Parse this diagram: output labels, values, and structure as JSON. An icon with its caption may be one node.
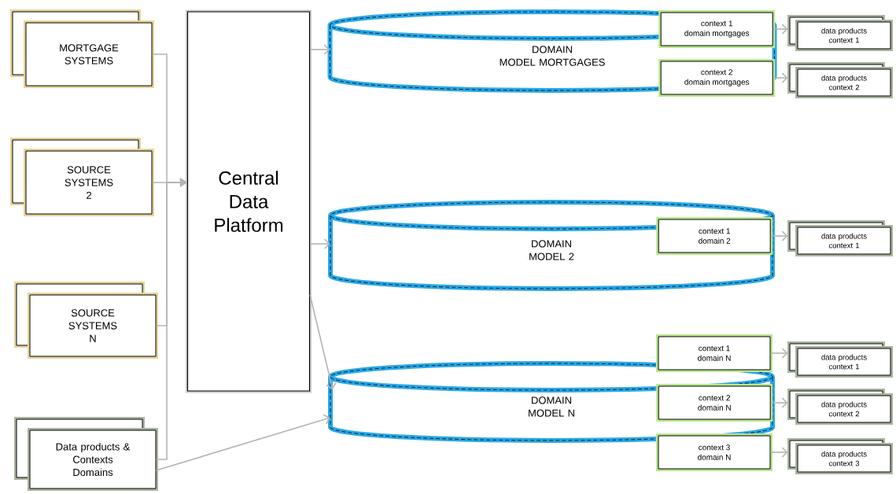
{
  "diagram": {
    "nodes": [
      {
        "text": [
          "MORTGAGE SYSTEMS"
        ]
      },
      {
        "text": [
          "SOURCE SYSTEMS 2"
        ]
      },
      {
        "text": [
          "SOURCE SYSTEMS N"
        ]
      },
      {
        "text": [
          "Data products & Contexts Domains"
        ]
      },
      {
        "text": [
          "Central Data Platform"
        ]
      },
      {
        "text": [
          "DOMAIN MODEL MORTGAGES"
        ]
      },
      {
        "text": [
          "context 1 domain mortgages"
        ],
        "in": 5
      },
      {
        "text": [
          "context 2 domain mortgages"
        ],
        "in": 5
      },
      {
        "text": [
          "DOMAIN MODEL 2"
        ]
      },
      {
        "text": [
          "context 1 domain 2"
        ],
        "in": 8
      },
      {
        "text": [
          "DOMAIN MODEL N"
        ]
      },
      {
        "text": [
          "context 1 domain N"
        ]
      },
      {
        "text": [
          "context 2 domain N"
        ],
        "in": 10
      },
      {
        "text": [
          "context 3 domain N"
        ]
      },
      {
        "text": [
          "data products context 1"
        ]
      },
      {
        "text": [
          "data products context 2"
        ]
      },
      {
        "text": [
          "data products context 1"
        ]
      },
      {
        "text": [
          "data products context 1"
        ]
      },
      {
        "text": [
          "data products context 2"
        ]
      },
      {
        "text": [
          "data products context 3"
        ]
      }
    ],
    "edges": [
      {
        "from": 0,
        "to": 4,
        "arrow": "to"
      },
      {
        "from": 1,
        "to": 4,
        "arrow": "to"
      },
      {
        "from": 2,
        "to": 4,
        "arrow": "to"
      },
      {
        "from": 3,
        "to": 4,
        "arrow": "to"
      },
      {
        "from": 4,
        "to": 5,
        "arrow": "to"
      },
      {
        "from": 4,
        "to": 8,
        "arrow": "to"
      },
      {
        "from": 4,
        "to": 10,
        "arrow": "to"
      },
      {
        "from": 3,
        "to": 10,
        "arrow": "to"
      },
      {
        "from": 6,
        "to": 14,
        "arrow": "to"
      },
      {
        "from": 7,
        "to": 15,
        "arrow": "to"
      },
      {
        "from": 9,
        "to": 16,
        "arrow": "to"
      },
      {
        "from": 11,
        "to": 17,
        "arrow": "to"
      },
      {
        "from": 12,
        "to": 18,
        "arrow": "to"
      },
      {
        "from": 13,
        "to": 19,
        "arrow": "to"
      }
    ]
  }
}
